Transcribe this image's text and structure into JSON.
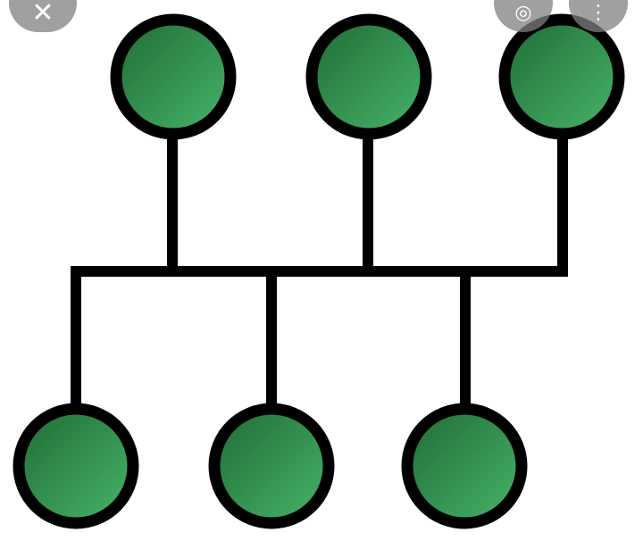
{
  "diagram": {
    "node_fill_light": "#46b569",
    "node_fill_dark": "#216b36",
    "stroke_color": "#000000",
    "top_nodes": [
      "node-1",
      "node-2",
      "node-3"
    ],
    "bottom_nodes": [
      "node-4",
      "node-5",
      "node-6"
    ]
  },
  "overlay": {
    "close_icon": "close-icon",
    "lens_icon": "lens-search-icon",
    "more_icon": "more-vertical-icon",
    "close_glyph": "✕",
    "lens_glyph": "◎",
    "more_glyph": "⋮"
  }
}
